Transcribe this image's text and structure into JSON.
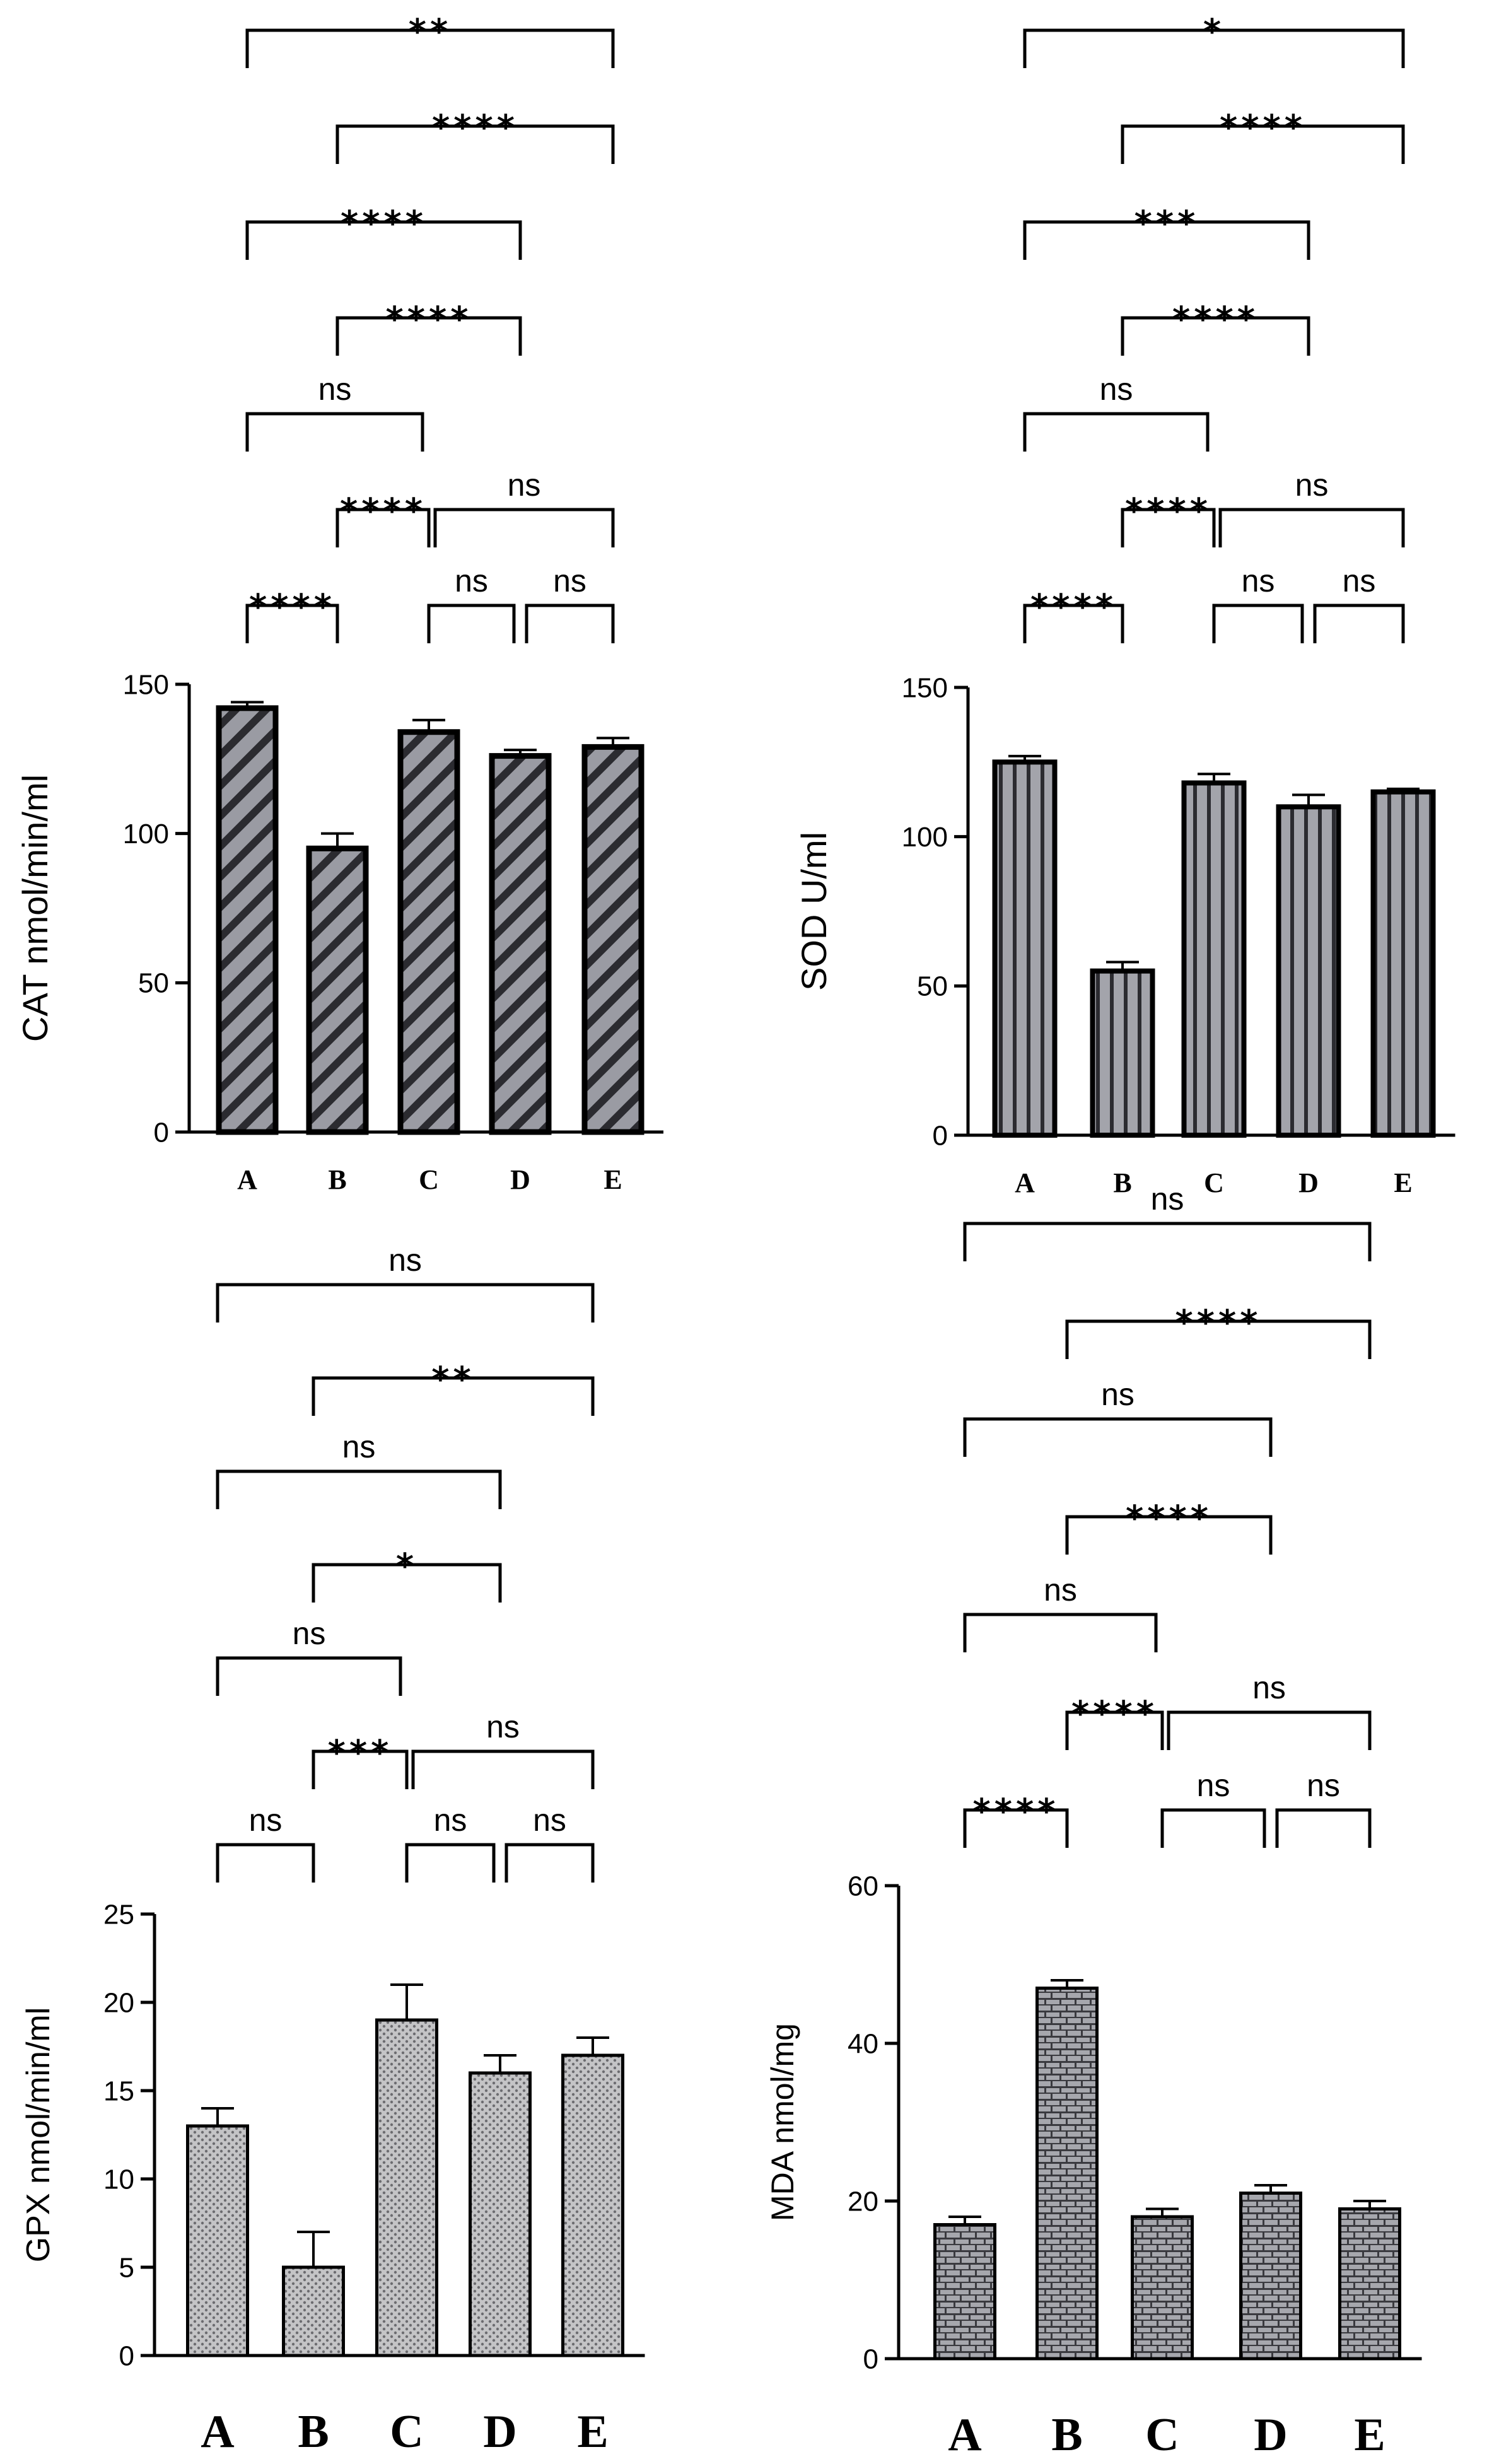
{
  "chart_data": [
    {
      "type": "bar",
      "ylabel": "CAT nmol/min/ml",
      "categories": [
        "A",
        "B",
        "C",
        "D",
        "E"
      ],
      "values": [
        142,
        95,
        134,
        126,
        129
      ],
      "errors": [
        2,
        5,
        4,
        2,
        3
      ],
      "ylim": [
        0,
        150
      ],
      "yticks": [
        "0",
        "50",
        "100",
        "150"
      ],
      "pattern": "diagonal-hatch",
      "comparisons": [
        {
          "from": "A",
          "to": "B",
          "label": "****"
        },
        {
          "from": "B",
          "to": "C",
          "label": "****"
        },
        {
          "from": "C",
          "to": "D",
          "label": "ns"
        },
        {
          "from": "D",
          "to": "E",
          "label": "ns"
        },
        {
          "from": "A",
          "to": "C",
          "label": "ns"
        },
        {
          "from": "C",
          "to": "E",
          "label": "ns"
        },
        {
          "from": "B",
          "to": "D",
          "label": "****"
        },
        {
          "from": "A",
          "to": "D",
          "label": "****"
        },
        {
          "from": "B",
          "to": "E",
          "label": "****"
        },
        {
          "from": "A",
          "to": "E",
          "label": "**"
        }
      ]
    },
    {
      "type": "bar",
      "ylabel": "SOD U/ml",
      "categories": [
        "A",
        "B",
        "C",
        "D",
        "E"
      ],
      "values": [
        125,
        55,
        118,
        110,
        115
      ],
      "errors": [
        2,
        3,
        3,
        4,
        1
      ],
      "ylim": [
        0,
        150
      ],
      "yticks": [
        "0",
        "50",
        "100",
        "150"
      ],
      "pattern": "vertical-stripes",
      "comparisons": [
        {
          "from": "A",
          "to": "B",
          "label": "****"
        },
        {
          "from": "B",
          "to": "C",
          "label": "****"
        },
        {
          "from": "C",
          "to": "D",
          "label": "ns"
        },
        {
          "from": "D",
          "to": "E",
          "label": "ns"
        },
        {
          "from": "A",
          "to": "C",
          "label": "ns"
        },
        {
          "from": "C",
          "to": "E",
          "label": "ns"
        },
        {
          "from": "B",
          "to": "D",
          "label": "****"
        },
        {
          "from": "A",
          "to": "D",
          "label": "***"
        },
        {
          "from": "B",
          "to": "E",
          "label": "****"
        },
        {
          "from": "A",
          "to": "E",
          "label": "*"
        }
      ]
    },
    {
      "type": "bar",
      "ylabel": "GPX nmol/min/ml",
      "categories": [
        "A",
        "B",
        "C",
        "D",
        "E"
      ],
      "values": [
        13,
        5,
        19,
        16,
        17
      ],
      "errors": [
        1,
        2,
        2,
        1,
        1
      ],
      "ylim": [
        0,
        25
      ],
      "yticks": [
        "0",
        "5",
        "10",
        "15",
        "20",
        "25"
      ],
      "pattern": "dots",
      "comparisons": [
        {
          "from": "A",
          "to": "B",
          "label": "ns"
        },
        {
          "from": "B",
          "to": "C",
          "label": "***"
        },
        {
          "from": "C",
          "to": "D",
          "label": "ns"
        },
        {
          "from": "D",
          "to": "E",
          "label": "ns"
        },
        {
          "from": "A",
          "to": "C",
          "label": "ns"
        },
        {
          "from": "C",
          "to": "E",
          "label": "ns"
        },
        {
          "from": "B",
          "to": "D",
          "label": "*"
        },
        {
          "from": "A",
          "to": "D",
          "label": "ns"
        },
        {
          "from": "B",
          "to": "E",
          "label": "**"
        },
        {
          "from": "A",
          "to": "E",
          "label": "ns"
        }
      ]
    },
    {
      "type": "bar",
      "ylabel": "MDA nmol/mg",
      "categories": [
        "A",
        "B",
        "C",
        "D",
        "E"
      ],
      "values": [
        17,
        47,
        18,
        21,
        19
      ],
      "errors": [
        1,
        1,
        1,
        1,
        1
      ],
      "ylim": [
        0,
        60
      ],
      "yticks": [
        "0",
        "20",
        "40",
        "60"
      ],
      "pattern": "brick",
      "comparisons": [
        {
          "from": "A",
          "to": "B",
          "label": "****"
        },
        {
          "from": "B",
          "to": "C",
          "label": "****"
        },
        {
          "from": "C",
          "to": "D",
          "label": "ns"
        },
        {
          "from": "D",
          "to": "E",
          "label": "ns"
        },
        {
          "from": "A",
          "to": "C",
          "label": "ns"
        },
        {
          "from": "C",
          "to": "E",
          "label": "ns"
        },
        {
          "from": "B",
          "to": "D",
          "label": "****"
        },
        {
          "from": "A",
          "to": "D",
          "label": "ns"
        },
        {
          "from": "B",
          "to": "E",
          "label": "****"
        },
        {
          "from": "A",
          "to": "E",
          "label": "ns"
        }
      ]
    }
  ]
}
